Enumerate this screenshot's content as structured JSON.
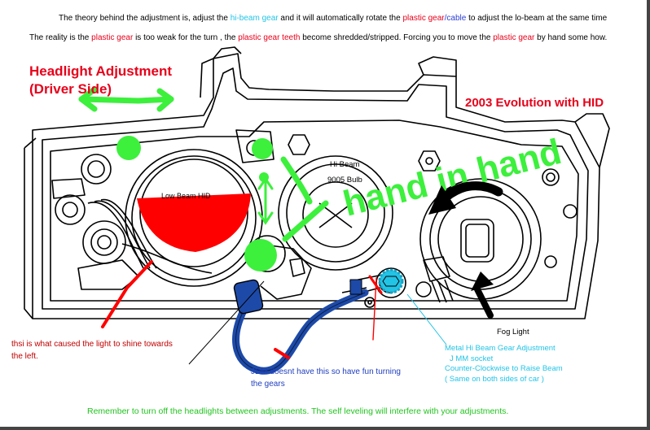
{
  "notes": {
    "theory": [
      {
        "text": "The theory behind the adjustment is, adjust the ",
        "color": ""
      },
      {
        "text": "hi-beam gear",
        "color": "cyan"
      },
      {
        "text": " and it will automatically rotate the ",
        "color": ""
      },
      {
        "text": "plastic gear",
        "color": "red"
      },
      {
        "text": "/",
        "color": "blue"
      },
      {
        "text": "cable",
        "color": "blue"
      },
      {
        "text": " to adjust the lo-beam at the same time",
        "color": ""
      }
    ],
    "reality": [
      {
        "text": "The reality is the ",
        "color": ""
      },
      {
        "text": "plastic gear",
        "color": "red"
      },
      {
        "text": " is too weak for the turn , the ",
        "color": ""
      },
      {
        "text": "plastic gear teeth",
        "color": "red"
      },
      {
        "text": " become shredded/stripped.  Forcing you to move the ",
        "color": ""
      },
      {
        "text": "plastic gear",
        "color": "red"
      },
      {
        "text": " by hand some how.",
        "color": ""
      }
    ]
  },
  "title": {
    "line1": "Headlight Adjustment",
    "line2": "(Driver Side)"
  },
  "model": "2003 Evolution with HID",
  "labels": {
    "hi_beam": "Hi Beam",
    "bulb": "9005  Bulb",
    "low_hid": "Low Beam HID",
    "fog": "Fog Light"
  },
  "gear_note": {
    "line1": "Metal Hi Beam Gear Adjustment",
    "line2": "J MM socket",
    "line3": "Counter-Clockwise to Raise Beam",
    "line4": "( Same on both sides of car )"
  },
  "red_note": {
    "line1": "thsi is what caused the light to shine towards",
    "line2": "the left."
  },
  "blue_note": {
    "line1": "JDM  doesnt have this so have fun turning",
    "line2": "the gears"
  },
  "scribble": "hand in hand",
  "footer": "Remember to turn off the headlights between adjustments. The self leveling will interfere with your adjustments.",
  "colors": {
    "red": "#e8001a",
    "cyan": "#22c4e6",
    "blue": "#2b3fd4",
    "green": "#21c41f",
    "marker_green": "#3cf03c",
    "cable_blue": "#1d4aa8"
  }
}
